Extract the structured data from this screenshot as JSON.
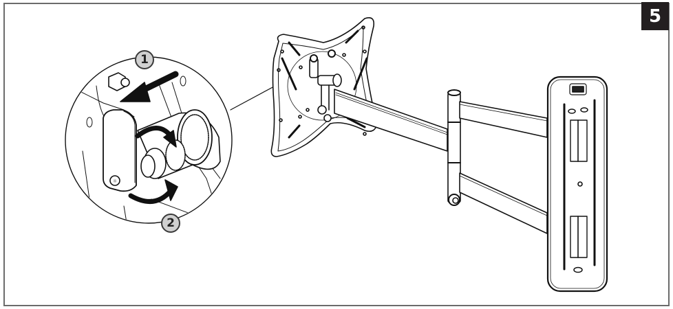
{
  "figure": {
    "step_number": "5",
    "badge_colors": {
      "background": "#231f20",
      "text": "#ffffff"
    },
    "frame_color": "#6b6b6b",
    "callouts": [
      {
        "label": "1",
        "meaning": "straight-arrow-pull-lever"
      },
      {
        "label": "2",
        "meaning": "rotation-arrows-turn-knob"
      }
    ],
    "subject": "articulating-tv-wall-mount",
    "parts": [
      "detail-magnifier-circle",
      "vesa-mounting-plate",
      "tilt-lock-lever",
      "double-arm",
      "pivot-joint",
      "wall-plate"
    ]
  }
}
